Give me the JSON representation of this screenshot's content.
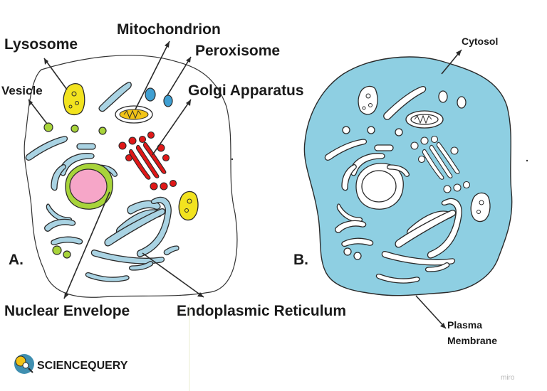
{
  "diagram": {
    "labels": {
      "lysosome": "Lysosome",
      "mitochondrion": "Mitochondrion",
      "peroxisome": "Peroxisome",
      "golgi": "Golgi Apparatus",
      "vesicle": "Vesicle",
      "nuclear_envelope": "Nuclear Envelope",
      "endoplasmic_reticulum": "Endoplasmic Reticulum",
      "panel_a": "A.",
      "panel_b": "B.",
      "cytosol": "Cytosol",
      "plasma_membrane_1": "Plasma",
      "plasma_membrane_2": "Membrane"
    },
    "brand": "SCIENCEQUERY",
    "watermark": "miro",
    "colors": {
      "cytosol": "#8ecfe2",
      "er": "#a9d3e3",
      "lysosome": "#f2e31f",
      "vesicle": "#a8d43a",
      "nucleus": "#f6a6c8",
      "nuclear_envelope": "#a8d43a",
      "peroxisome": "#3f9fd2",
      "golgi": "#e01818",
      "mitochondrion": "#f2c416"
    }
  }
}
